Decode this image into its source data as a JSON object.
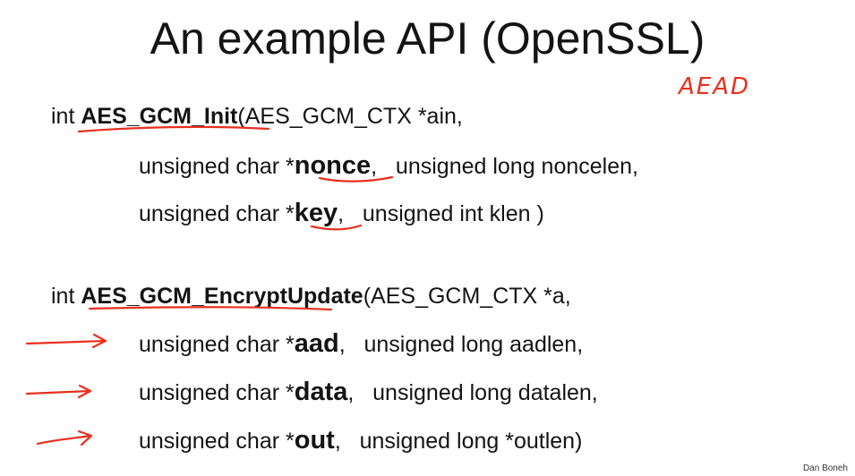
{
  "slide": {
    "title": "An example API  (OpenSSL)",
    "annotation": "AEAD",
    "credit": "Dan Boneh",
    "init_call": {
      "prefix": "int ",
      "func": "AES_GCM_Init",
      "arg1": "(AES_GCM_CTX *ain,",
      "line2_pre": "unsigned char *",
      "line2_param": "nonce",
      "line2_post": ",   unsigned long noncelen,",
      "line3_pre": "unsigned char *",
      "line3_param": "key",
      "line3_post": ",   unsigned int klen )"
    },
    "encrypt_call": {
      "prefix": "int ",
      "func": "AES_GCM_EncryptUpdate",
      "arg1": "(AES_GCM_CTX *a,",
      "params": [
        {
          "pre": "unsigned char *",
          "param": "aad",
          "post": ",   unsigned long aadlen,"
        },
        {
          "pre": "unsigned char *",
          "param": "data",
          "post": ",   unsigned long datalen,"
        },
        {
          "pre": "unsigned char *",
          "param": "out",
          "post": ",   unsigned long *outlen)"
        }
      ]
    },
    "ink_color": "#e8301f"
  }
}
